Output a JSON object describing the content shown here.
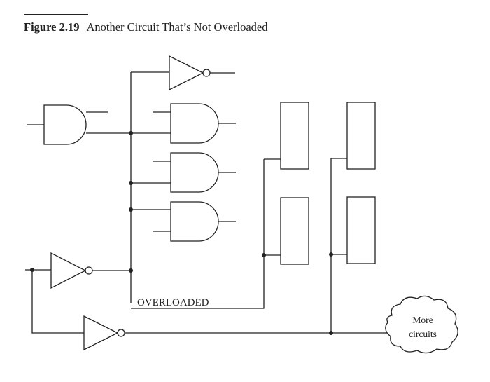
{
  "figure": {
    "number": "Figure 2.19",
    "title": "Another Circuit That’s Not Overloaded"
  },
  "labels": {
    "overloaded": "OVERLOADED",
    "cloud_line1": "More",
    "cloud_line2": "circuits"
  }
}
